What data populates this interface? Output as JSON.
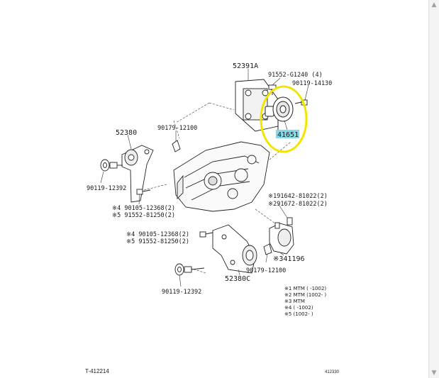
{
  "parts": {
    "p52391A": "52391A",
    "p91552_G1240": "91552-G1240 (4)",
    "p90119_14130": "90119-14130",
    "p41651": "41651",
    "p52380": "52380",
    "p90179_12100_top": "90179-12100",
    "p90119_12392_left": "90119-12392",
    "p90105_12368_a": "※4 90105-12368(2)",
    "p91552_81250_a": "※5 91552-81250(2)",
    "p191642": "※191642-81022(2)",
    "p291672": "※291672-81022(2)",
    "p90105_12368_b": "※4 90105-12368(2)",
    "p91552_81250_b": "※5 91552-81250(2)",
    "p341196": "※341196",
    "p90179_12100_bot": "90179-12100",
    "p52380C": "52380C",
    "p90119_12392_bot": "90119-12392"
  },
  "legend": [
    "※1 MTM (       -1002)",
    "※2 MTM (1002-       )",
    "※3 MTM",
    "※4 (       -1002)",
    "※5 (1002-       )"
  ],
  "footer": {
    "left": "T-412214",
    "right": "412330"
  },
  "colors": {
    "highlight_ring": "#f2e600",
    "label_highlight": "#7fdcea"
  }
}
